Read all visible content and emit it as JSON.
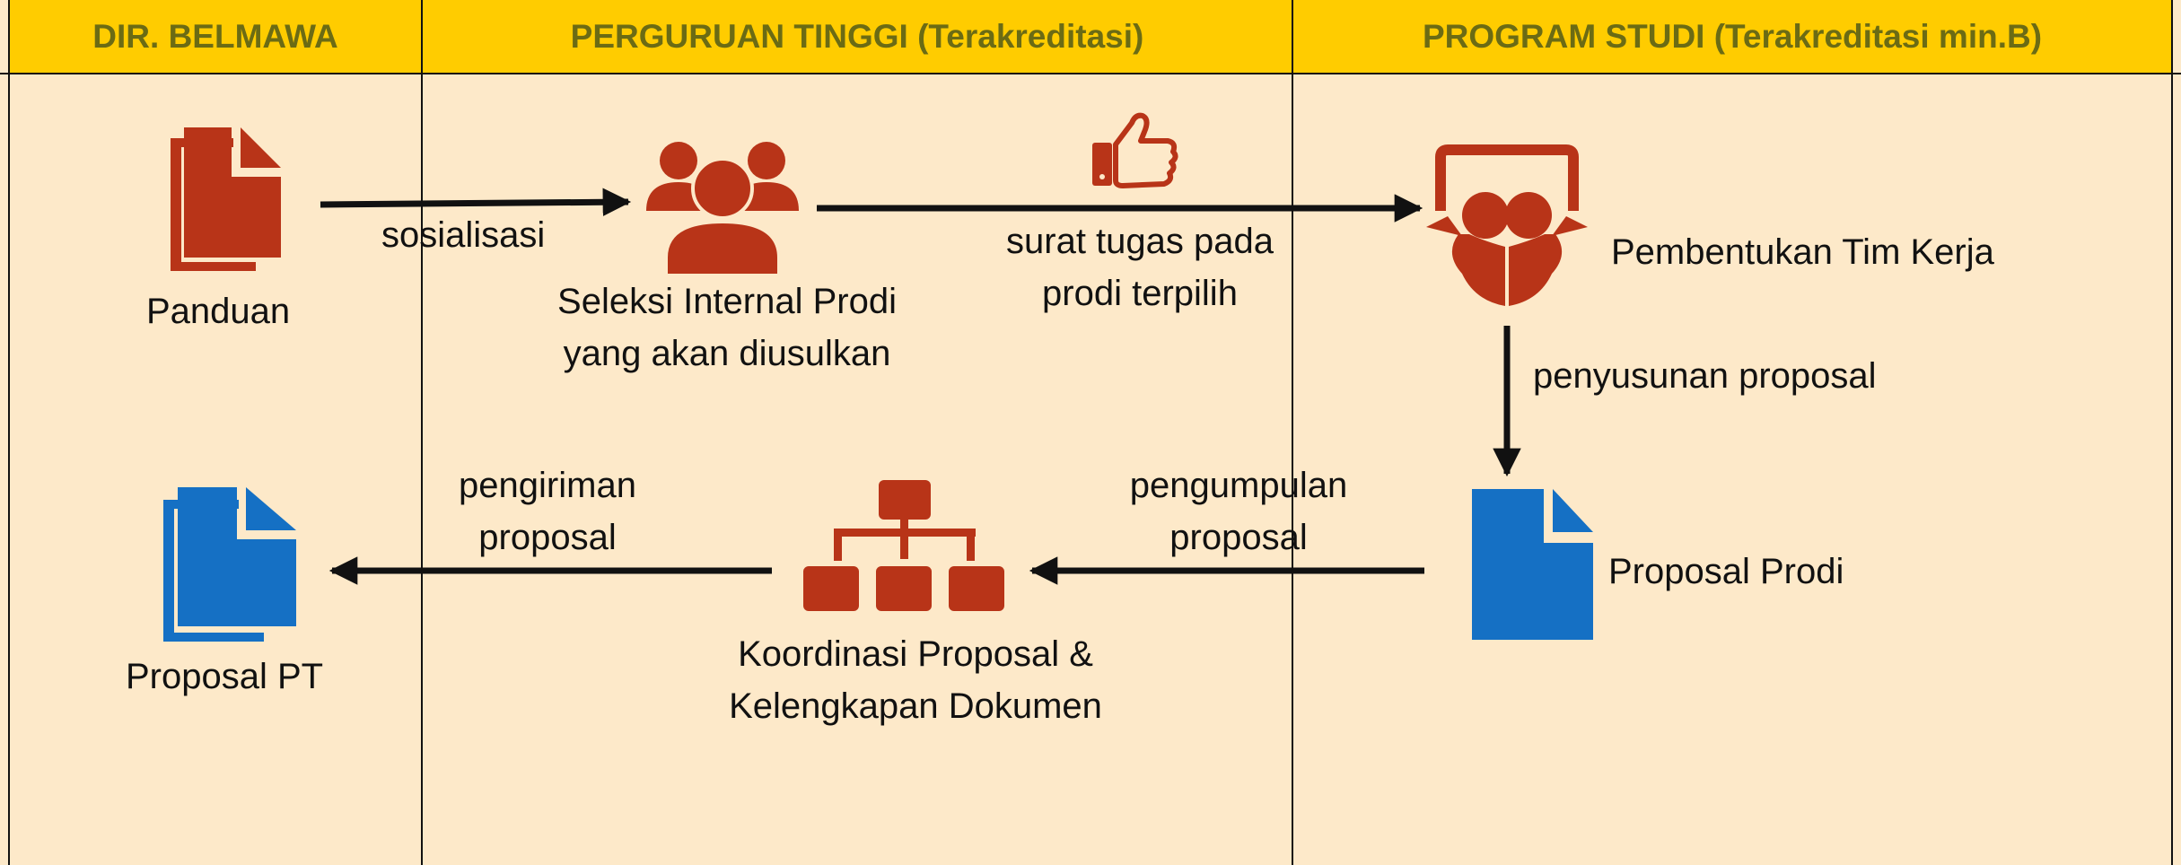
{
  "headers": {
    "col1": "DIR. BELMAWA",
    "col2": "PERGURUAN TINGGI (Terakreditasi)",
    "col3": "PROGRAM STUDI (Terakreditasi min.B)"
  },
  "nodes": {
    "panduan": "Panduan",
    "seleksi_line1": "Seleksi Internal Prodi",
    "seleksi_line2": "yang akan diusulkan",
    "pembentukan": "Pembentukan Tim Kerja",
    "proposal_prodi": "Proposal Prodi",
    "koordinasi_line1": "Koordinasi Proposal &",
    "koordinasi_line2": "Kelengkapan Dokumen",
    "proposal_pt": "Proposal PT"
  },
  "edges": {
    "sosialisasi": "sosialisasi",
    "surat_line1": "surat tugas pada",
    "surat_line2": "prodi terpilih",
    "penyusunan": "penyusunan proposal",
    "pengumpulan_line1": "pengumpulan",
    "pengumpulan_line2": "proposal",
    "pengiriman_line1": "pengiriman",
    "pengiriman_line2": "proposal"
  },
  "colors": {
    "header_bg": "#FFCC00",
    "header_text": "#6B6B14",
    "body_bg": "#FDE9C9",
    "red_icon": "#B83418",
    "blue_icon": "#1570C4"
  }
}
